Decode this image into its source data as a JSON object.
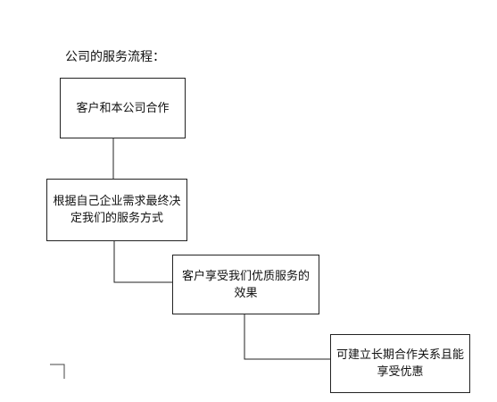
{
  "diagram": {
    "heading": "公司的服务流程：",
    "steps": [
      {
        "text": "客户和本公司合作"
      },
      {
        "text": "根据自己企业需求最终决定我们的服务方式"
      },
      {
        "text": "客户享受我们优质服务的效果"
      },
      {
        "text": "可建立长期合作关系且能享受优惠"
      }
    ]
  }
}
